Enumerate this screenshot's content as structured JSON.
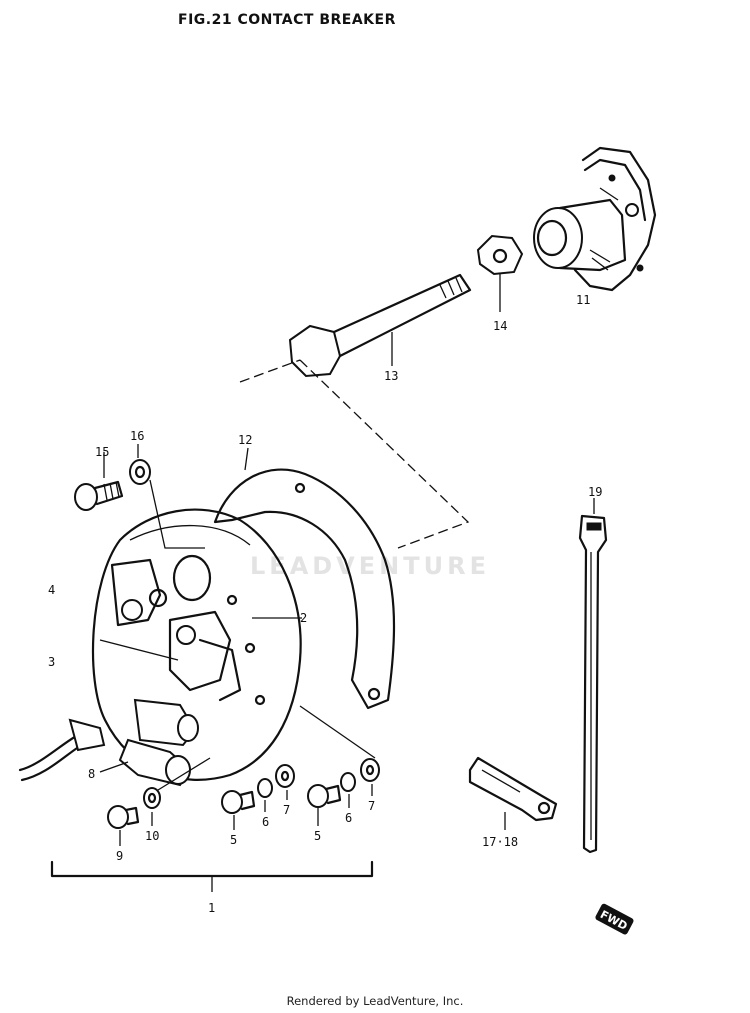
{
  "header": {
    "title": "FIG.21  CONTACT BREAKER"
  },
  "watermark": {
    "text": "LEADVENTURE"
  },
  "footer": {
    "text": "Rendered by LeadVenture, Inc."
  },
  "callouts": [
    {
      "id": "c1",
      "label": "1"
    },
    {
      "id": "c2",
      "label": "2"
    },
    {
      "id": "c3",
      "label": "3"
    },
    {
      "id": "c4",
      "label": "4"
    },
    {
      "id": "c5a",
      "label": "5"
    },
    {
      "id": "c5b",
      "label": "5"
    },
    {
      "id": "c6a",
      "label": "6"
    },
    {
      "id": "c6b",
      "label": "6"
    },
    {
      "id": "c7a",
      "label": "7"
    },
    {
      "id": "c7b",
      "label": "7"
    },
    {
      "id": "c8",
      "label": "8"
    },
    {
      "id": "c9",
      "label": "9"
    },
    {
      "id": "c10",
      "label": "10"
    },
    {
      "id": "c11",
      "label": "11"
    },
    {
      "id": "c12",
      "label": "12"
    },
    {
      "id": "c13",
      "label": "13"
    },
    {
      "id": "c14",
      "label": "14"
    },
    {
      "id": "c15",
      "label": "15"
    },
    {
      "id": "c16",
      "label": "16"
    },
    {
      "id": "c17",
      "label": "17·18"
    },
    {
      "id": "c19",
      "label": "19"
    }
  ],
  "direction_badge": {
    "text": "FWD"
  },
  "colors": {
    "ink": "#111111",
    "paper": "#ffffff",
    "watermark": "#e3e3e3"
  }
}
